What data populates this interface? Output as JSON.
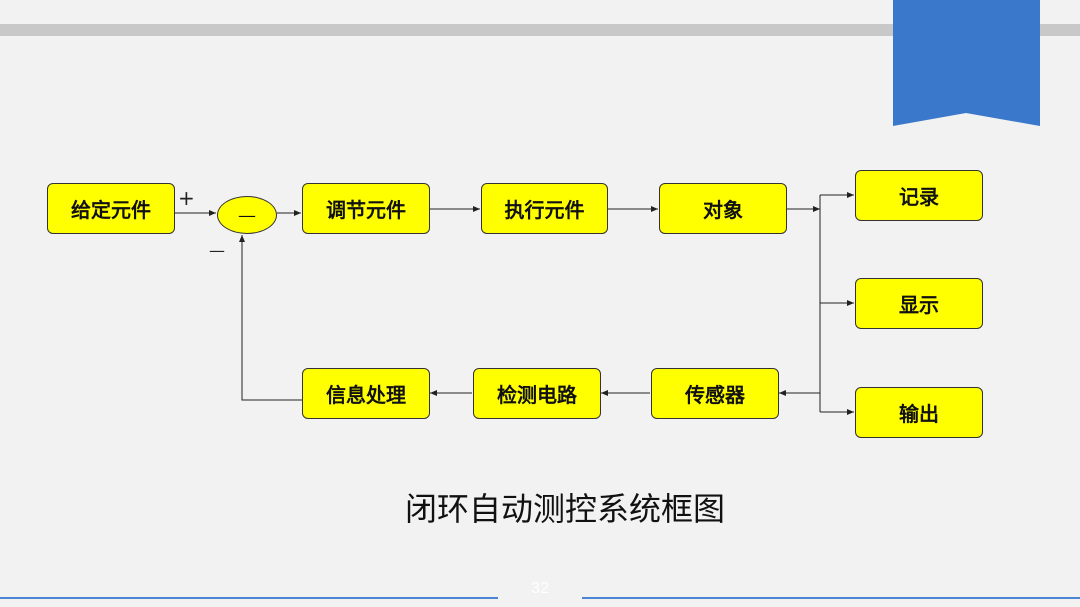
{
  "slide": {
    "caption": "闭环自动测控系统框图",
    "page_number": "32",
    "accent_color": "#3a78cc",
    "block_color": "#ffff00"
  },
  "blocks": {
    "given": "给定元件",
    "regulator": "调节元件",
    "actuator": "执行元件",
    "object": "对象",
    "record": "记录",
    "display": "显示",
    "output": "输出",
    "sensor": "传感器",
    "detection": "检测电路",
    "processing": "信息处理"
  },
  "summing_junction": {
    "symbol": "—",
    "plus_sign": "+",
    "minus_sign": "—"
  }
}
